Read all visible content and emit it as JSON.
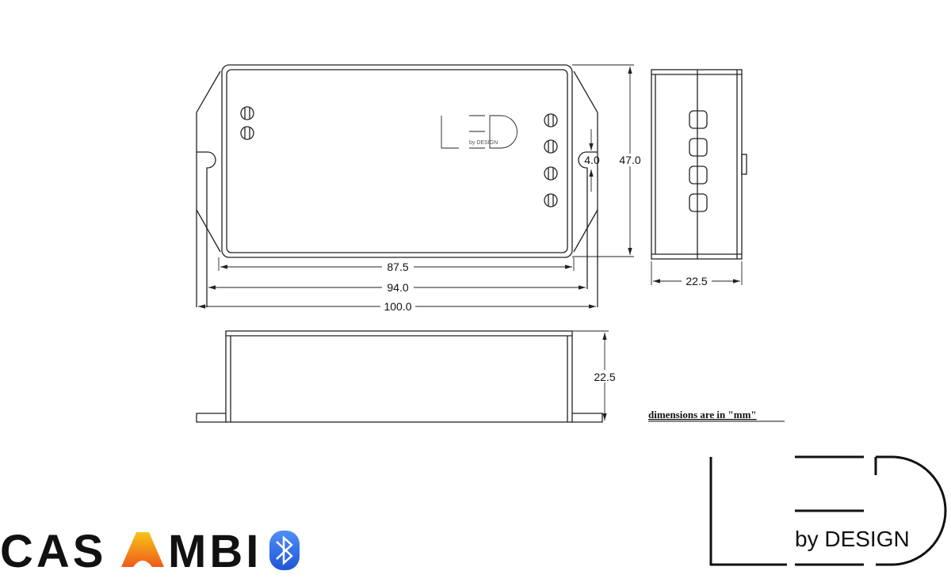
{
  "dimensions": {
    "inner_width": "87.5",
    "mounting_width": "94.0",
    "overall_width": "100.0",
    "height": "47.0",
    "slot": "4.0",
    "side_depth": "22.5",
    "front_depth": "22.5"
  },
  "note": "dimensions are  in \"mm\"",
  "logos": {
    "casambi": "CASAMBI",
    "led_by_design": "LED by DESIGN",
    "by_design": "by DESIGN",
    "bluetooth_icon": "bluetooth-icon"
  },
  "colors": {
    "casambi_a_top": "#f5c518",
    "casambi_a_bottom": "#f05a1a",
    "bluetooth": "#2d6fe8"
  }
}
